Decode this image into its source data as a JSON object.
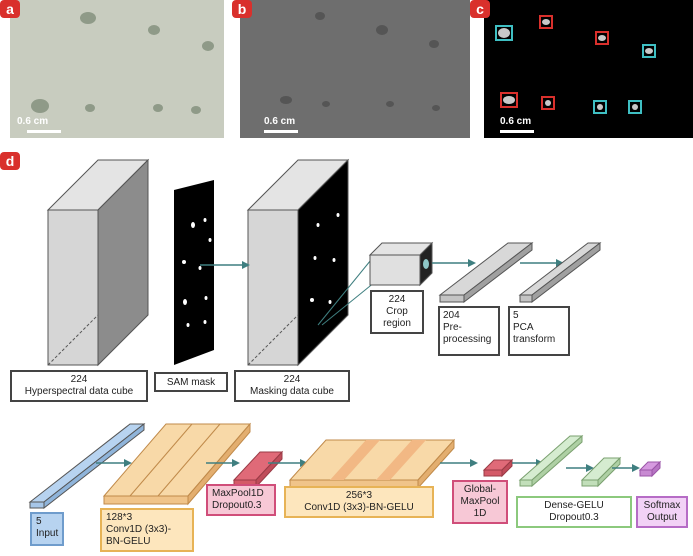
{
  "panels": {
    "a": {
      "tag": "a",
      "scale": "0.6 cm"
    },
    "b": {
      "tag": "b",
      "scale": "0.6 cm"
    },
    "c": {
      "tag": "c",
      "scale": "0.6 cm"
    },
    "d": {
      "tag": "d"
    }
  },
  "pipeline": {
    "cube_label_num": "224",
    "cube_label_text": "Hyperspectral  data cube",
    "sam_label": "SAM mask",
    "mask_cube_num": "224",
    "mask_cube_text": "Masking data cube",
    "crop_num": "224",
    "crop_text": "Crop region",
    "pre_num": "204",
    "pre_text": "Pre-processing",
    "pca_num": "5",
    "pca_text": "PCA transform"
  },
  "network": {
    "input_num": "5",
    "input_text": "Input",
    "conv1_line1": "128*3",
    "conv1_line2": "Conv1D (3x3)-",
    "conv1_line3": "BN-GELU",
    "pool1_line1": "MaxPool1D",
    "pool1_line2": "Dropout0.3",
    "conv2_line1": "256*3",
    "conv2_line2": "Conv1D (3x3)-BN-GELU",
    "gpool_line1": "Global-",
    "gpool_line2": "MaxPool",
    "gpool_line3": "1D",
    "dense_line1": "Dense-GELU",
    "dense_line2": "Dropout0.3",
    "softmax_line1": "Softmax",
    "softmax_line2": "Output"
  },
  "colors": {
    "tag": "#d9302c",
    "input": "#b7d3f0",
    "conv": "#f8d9a8",
    "pool": "#e06a78",
    "dense": "#d5ecd0",
    "softmax": "#d69ae0"
  }
}
